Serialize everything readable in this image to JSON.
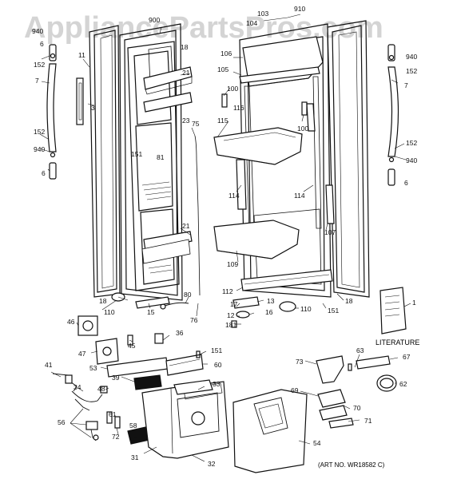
{
  "watermark": "AppliancePartsPros.com",
  "literature_label": "LITERATURE",
  "art_number": "(ART NO. WR18582 C)",
  "callouts": [
    {
      "id": "c900",
      "text": "900"
    },
    {
      "id": "c910",
      "text": "910"
    },
    {
      "id": "c103",
      "text": "103"
    },
    {
      "id": "c104",
      "text": "104"
    },
    {
      "id": "c18a",
      "text": "18"
    },
    {
      "id": "c6a",
      "text": "6"
    },
    {
      "id": "c152a",
      "text": "152"
    },
    {
      "id": "c940a",
      "text": "940"
    },
    {
      "id": "c11",
      "text": "11"
    },
    {
      "id": "c7a",
      "text": "7"
    },
    {
      "id": "c3",
      "text": "3"
    },
    {
      "id": "c21a",
      "text": "21"
    },
    {
      "id": "c106",
      "text": "106"
    },
    {
      "id": "c105",
      "text": "105"
    },
    {
      "id": "c940b",
      "text": "940"
    },
    {
      "id": "c152b",
      "text": "152"
    },
    {
      "id": "c7b",
      "text": "7"
    },
    {
      "id": "c100a",
      "text": "100"
    },
    {
      "id": "c116",
      "text": "116"
    },
    {
      "id": "c115",
      "text": "115"
    },
    {
      "id": "c100b",
      "text": "100"
    },
    {
      "id": "c23",
      "text": "23"
    },
    {
      "id": "c152c",
      "text": "152"
    },
    {
      "id": "c940c",
      "text": "940"
    },
    {
      "id": "c6b",
      "text": "6"
    },
    {
      "id": "c75",
      "text": "75"
    },
    {
      "id": "c151a",
      "text": "151"
    },
    {
      "id": "c81",
      "text": "81"
    },
    {
      "id": "c152d",
      "text": "152"
    },
    {
      "id": "c940d",
      "text": "940"
    },
    {
      "id": "c6c",
      "text": "6"
    },
    {
      "id": "c114a",
      "text": "114"
    },
    {
      "id": "c114b",
      "text": "114"
    },
    {
      "id": "c107",
      "text": "107"
    },
    {
      "id": "c21b",
      "text": "21"
    },
    {
      "id": "c109",
      "text": "109"
    },
    {
      "id": "c112",
      "text": "112"
    },
    {
      "id": "c18b",
      "text": "18"
    },
    {
      "id": "c18c",
      "text": "18"
    },
    {
      "id": "c80",
      "text": "80"
    },
    {
      "id": "c110a",
      "text": "110"
    },
    {
      "id": "c15",
      "text": "15"
    },
    {
      "id": "c76",
      "text": "76"
    },
    {
      "id": "c13",
      "text": "13"
    },
    {
      "id": "c17",
      "text": "17"
    },
    {
      "id": "c16",
      "text": "16"
    },
    {
      "id": "c12",
      "text": "12"
    },
    {
      "id": "c181",
      "text": "181"
    },
    {
      "id": "c110b",
      "text": "110"
    },
    {
      "id": "c151b",
      "text": "151"
    },
    {
      "id": "c1",
      "text": "1"
    },
    {
      "id": "c46",
      "text": "46"
    },
    {
      "id": "c36",
      "text": "36"
    },
    {
      "id": "c45",
      "text": "45"
    },
    {
      "id": "c47",
      "text": "47"
    },
    {
      "id": "c151c",
      "text": "151"
    },
    {
      "id": "c53",
      "text": "53"
    },
    {
      "id": "c60",
      "text": "60"
    },
    {
      "id": "c39",
      "text": "39"
    },
    {
      "id": "c41",
      "text": "41"
    },
    {
      "id": "c34",
      "text": "34"
    },
    {
      "id": "c48",
      "text": "48"
    },
    {
      "id": "c33",
      "text": "33"
    },
    {
      "id": "c73",
      "text": "73"
    },
    {
      "id": "c63",
      "text": "63"
    },
    {
      "id": "c67",
      "text": "67"
    },
    {
      "id": "c62",
      "text": "62"
    },
    {
      "id": "c69",
      "text": "69"
    },
    {
      "id": "c70",
      "text": "70"
    },
    {
      "id": "c71",
      "text": "71"
    },
    {
      "id": "c56",
      "text": "56"
    },
    {
      "id": "c61",
      "text": "61"
    },
    {
      "id": "c72",
      "text": "72"
    },
    {
      "id": "c58",
      "text": "58"
    },
    {
      "id": "c54",
      "text": "54"
    },
    {
      "id": "c31",
      "text": "31"
    },
    {
      "id": "c32",
      "text": "32"
    }
  ]
}
